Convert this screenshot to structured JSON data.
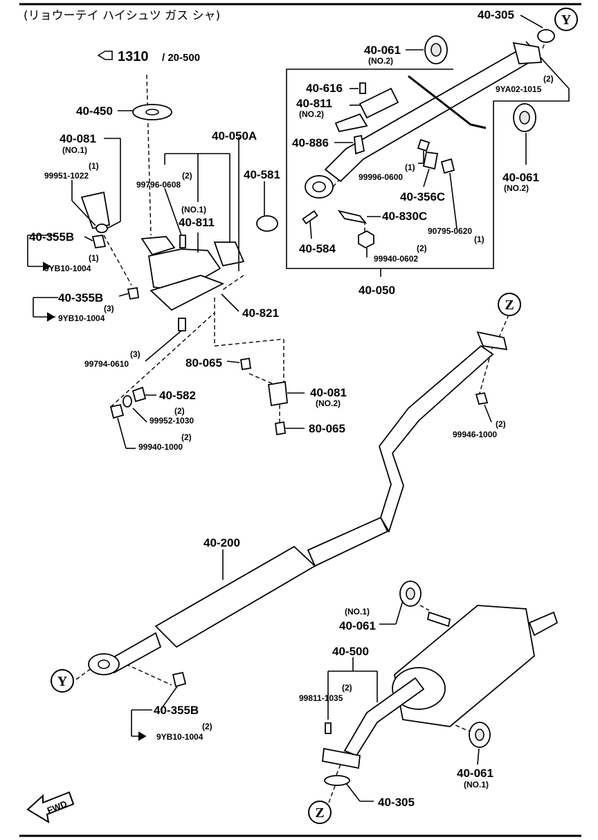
{
  "title": "(リョウーテイ ハイシュツ ガス シャ)",
  "reference": {
    "main": "1310",
    "sub": "/ 20-500"
  },
  "callouts": [
    {
      "id": "l01",
      "text": "40-305",
      "size": "big"
    },
    {
      "id": "l02",
      "text": "40-061",
      "size": "big"
    },
    {
      "id": "l03",
      "text": "(NO.2)",
      "size": "sm"
    },
    {
      "id": "l04",
      "text": "(2)",
      "size": "sm"
    },
    {
      "id": "l05",
      "text": "9YA02-1015",
      "size": "sm"
    },
    {
      "id": "l06",
      "text": "40-616",
      "size": "big"
    },
    {
      "id": "l07",
      "text": "40-811",
      "size": "big"
    },
    {
      "id": "l08",
      "text": "(NO.2)",
      "size": "sm"
    },
    {
      "id": "l09",
      "text": "40-886",
      "size": "big"
    },
    {
      "id": "l10",
      "text": "40-061",
      "size": "big"
    },
    {
      "id": "l11",
      "text": "(NO.2)",
      "size": "sm"
    },
    {
      "id": "l12",
      "text": "(1)",
      "size": "sm"
    },
    {
      "id": "l13",
      "text": "99996-0600",
      "size": "sm"
    },
    {
      "id": "l14",
      "text": "40-356C",
      "size": "big"
    },
    {
      "id": "l15",
      "text": "40-830C",
      "size": "big"
    },
    {
      "id": "l16",
      "text": "(1)",
      "size": "sm"
    },
    {
      "id": "l17",
      "text": "90795-0620",
      "size": "sm"
    },
    {
      "id": "l18",
      "text": "40-584",
      "size": "big"
    },
    {
      "id": "l19",
      "text": "(2)",
      "size": "sm"
    },
    {
      "id": "l20",
      "text": "99940-0602",
      "size": "sm"
    },
    {
      "id": "l21",
      "text": "40-050",
      "size": "big"
    },
    {
      "id": "l22",
      "text": "40-450",
      "size": "big"
    },
    {
      "id": "l23",
      "text": "40-081",
      "size": "big"
    },
    {
      "id": "l24",
      "text": "(NO.1)",
      "size": "sm"
    },
    {
      "id": "l25",
      "text": "(1)",
      "size": "sm"
    },
    {
      "id": "l26",
      "text": "99951-1022",
      "size": "sm"
    },
    {
      "id": "l27",
      "text": "40-050A",
      "size": "big"
    },
    {
      "id": "l28",
      "text": "(2)",
      "size": "sm"
    },
    {
      "id": "l29",
      "text": "99796-0608",
      "size": "sm"
    },
    {
      "id": "l30",
      "text": "40-581",
      "size": "big"
    },
    {
      "id": "l31",
      "text": "(NO.1)",
      "size": "sm"
    },
    {
      "id": "l32",
      "text": "40-811",
      "size": "big"
    },
    {
      "id": "l33",
      "text": "40-355B",
      "size": "big"
    },
    {
      "id": "l34",
      "text": "(1)",
      "size": "sm"
    },
    {
      "id": "l35",
      "text": "9YB10-1004",
      "size": "sm"
    },
    {
      "id": "l36",
      "text": "40-355B",
      "size": "big"
    },
    {
      "id": "l37",
      "text": "(3)",
      "size": "sm"
    },
    {
      "id": "l38",
      "text": "9YB10-1004",
      "size": "sm"
    },
    {
      "id": "l39",
      "text": "40-821",
      "size": "big"
    },
    {
      "id": "l40",
      "text": "(3)",
      "size": "sm"
    },
    {
      "id": "l41",
      "text": "99794-0610",
      "size": "sm"
    },
    {
      "id": "l42",
      "text": "80-065",
      "size": "big"
    },
    {
      "id": "l43",
      "text": "40-582",
      "size": "big"
    },
    {
      "id": "l44",
      "text": "(2)",
      "size": "sm"
    },
    {
      "id": "l45",
      "text": "99952-1030",
      "size": "sm"
    },
    {
      "id": "l46",
      "text": "(2)",
      "size": "sm"
    },
    {
      "id": "l47",
      "text": "99940-1000",
      "size": "sm"
    },
    {
      "id": "l48",
      "text": "40-081",
      "size": "big"
    },
    {
      "id": "l49",
      "text": "(NO.2)",
      "size": "sm"
    },
    {
      "id": "l50",
      "text": "80-065",
      "size": "big"
    },
    {
      "id": "l51",
      "text": "(2)",
      "size": "sm"
    },
    {
      "id": "l52",
      "text": "99946-1000",
      "size": "sm"
    },
    {
      "id": "l53",
      "text": "40-200",
      "size": "big"
    },
    {
      "id": "l54",
      "text": "(NO.1)",
      "size": "sm"
    },
    {
      "id": "l55",
      "text": "40-061",
      "size": "big"
    },
    {
      "id": "l56",
      "text": "40-500",
      "size": "big"
    },
    {
      "id": "l57",
      "text": "(2)",
      "size": "sm"
    },
    {
      "id": "l58",
      "text": "99811-1035",
      "size": "sm"
    },
    {
      "id": "l59",
      "text": "40-355B",
      "size": "big"
    },
    {
      "id": "l60",
      "text": "(2)",
      "size": "sm"
    },
    {
      "id": "l61",
      "text": "9YB10-1004",
      "size": "sm"
    },
    {
      "id": "l62",
      "text": "40-061",
      "size": "big"
    },
    {
      "id": "l63",
      "text": "(NO.1)",
      "size": "sm"
    },
    {
      "id": "l64",
      "text": "40-305",
      "size": "big"
    }
  ],
  "markers": [
    {
      "id": "m1",
      "letter": "Y"
    },
    {
      "id": "m2",
      "letter": "Z"
    },
    {
      "id": "m3",
      "letter": "Y"
    },
    {
      "id": "m4",
      "letter": "Z"
    }
  ],
  "direction_arrow": {
    "text": "FWD"
  }
}
